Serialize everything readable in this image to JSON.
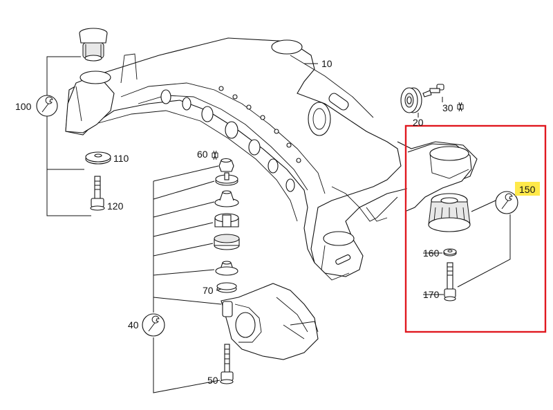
{
  "colors": {
    "highlight_box": "#e0181f",
    "callout_fill": "#ffe94a",
    "ink": "#111111"
  },
  "callouts": {
    "c10": "10",
    "c20": "20",
    "c30": "30",
    "c40": "40",
    "c50": "50",
    "c60": "60",
    "c70": "70",
    "c100": "100",
    "c110": "110",
    "c120": "120",
    "c150": "150",
    "c160": "160",
    "c170": "170"
  },
  "icons": {
    "wrench": "wrench-icon",
    "torque_symbol": "torque-symbol-icon"
  }
}
